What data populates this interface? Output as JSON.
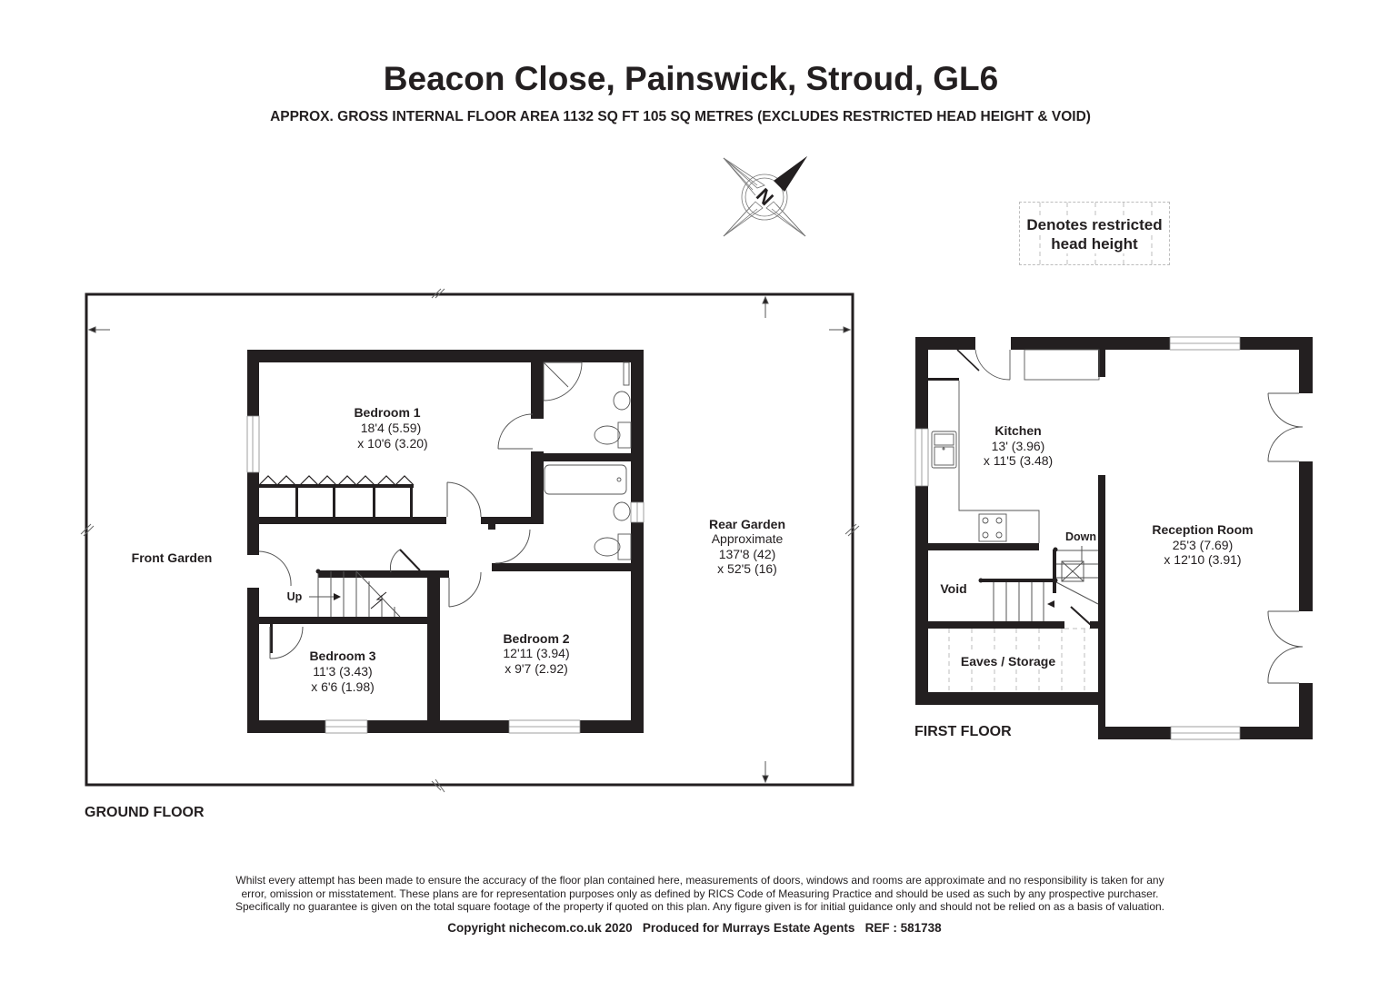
{
  "header": {
    "title": "Beacon Close, Painswick, Stroud, GL6",
    "subtitle": "APPROX. GROSS INTERNAL FLOOR AREA 1132 SQ FT 105 SQ METRES (EXCLUDES RESTRICTED HEAD HEIGHT & VOID)"
  },
  "compass": {
    "icon": "north-compass-icon",
    "label": "N"
  },
  "legend": {
    "text_line1": "Denotes restricted",
    "text_line2": "head height"
  },
  "ground_floor": {
    "label": "GROUND FLOOR",
    "front_garden": {
      "name": "Front Garden"
    },
    "rear_garden": {
      "name": "Rear Garden",
      "line1": "Approximate",
      "line2": "137'8 (42)",
      "line3": "x 52'5 (16)"
    },
    "stairs_label": "Up",
    "rooms": [
      {
        "name": "Bedroom 1",
        "dim1": "18'4 (5.59)",
        "dim2": "x 10'6 (3.20)"
      },
      {
        "name": "Bedroom 2",
        "dim1": "12'11 (3.94)",
        "dim2": "x 9'7 (2.92)"
      },
      {
        "name": "Bedroom 3",
        "dim1": "11'3 (3.43)",
        "dim2": "x 6'6 (1.98)"
      }
    ]
  },
  "first_floor": {
    "label": "FIRST FLOOR",
    "stairs_label": "Down",
    "rooms": [
      {
        "name": "Kitchen",
        "dim1": "13' (3.96)",
        "dim2": "x 11'5 (3.48)"
      },
      {
        "name": "Reception Room",
        "dim1": "25'3 (7.69)",
        "dim2": "x 12'10 (3.91)"
      },
      {
        "name": "Void"
      },
      {
        "name": "Eaves / Storage"
      }
    ]
  },
  "footer": {
    "disclaimer_line1": "Whilst every attempt has been made to ensure the accuracy of the floor plan contained here, measurements of doors, windows and rooms are approximate and no responsibility is taken for any",
    "disclaimer_line2": "error, omission or misstatement. These plans are for representation purposes only as defined by RICS Code of Measuring Practice and should be used as such by any prospective purchaser.",
    "disclaimer_line3": "Specifically no guarantee is given on the total square footage of the property if quoted on this plan. Any figure given is for initial guidance only and should not be relied on as a basis of valuation.",
    "copyright": "Copyright nichecom.co.uk 2020   Produced for Murrays Estate Agents   REF : 581738"
  },
  "colors": {
    "wall": "#231f20",
    "thin_line": "#555555",
    "dashed": "#bdbdbd",
    "background": "#ffffff"
  }
}
